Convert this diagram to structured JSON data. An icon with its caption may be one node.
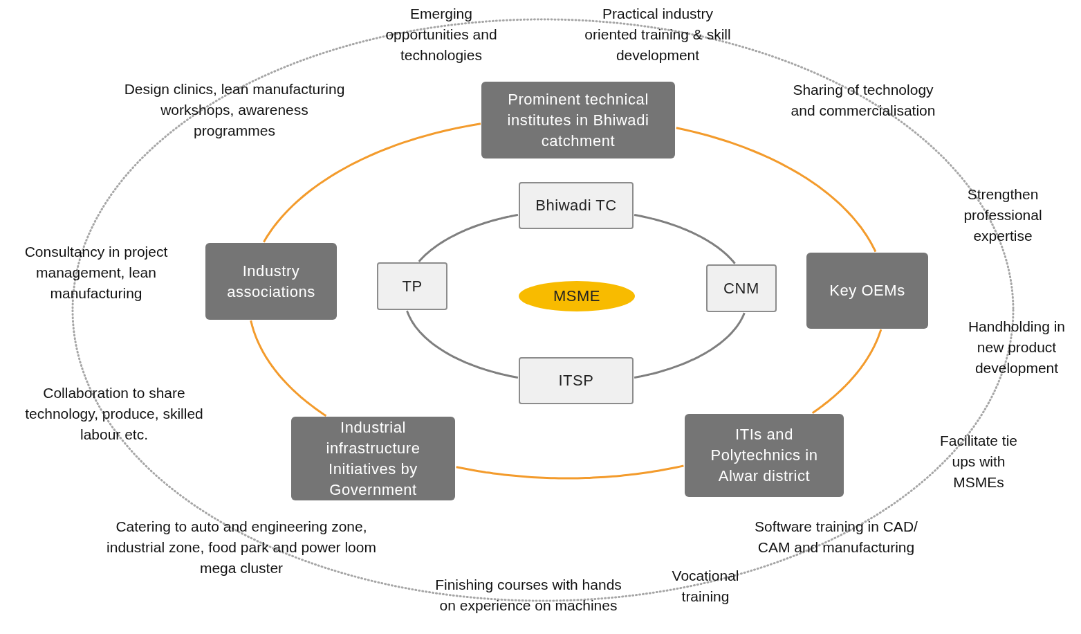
{
  "diagram": {
    "nodes": [
      {
        "text": [
          "Prominent technical institutes in Bhiwadi catchment"
        ]
      },
      {
        "text": [
          "Bhiwadi TC"
        ]
      },
      {
        "text": [
          "Industry associations"
        ]
      },
      {
        "text": [
          "TP"
        ]
      },
      {
        "text": [
          "MSME"
        ]
      },
      {
        "text": [
          "CNM"
        ]
      },
      {
        "text": [
          "Key OEMs"
        ]
      },
      {
        "text": [
          "ITSP"
        ]
      },
      {
        "text": [
          "Industrial infrastructure Initiatives by Government"
        ]
      },
      {
        "text": [
          "ITIs and Polytechnics in Alwar district"
        ]
      }
    ],
    "edges": [
      {
        "from": 0,
        "to": 6,
        "arrow": "none"
      },
      {
        "from": 6,
        "to": 9,
        "arrow": "none"
      },
      {
        "from": 9,
        "to": 8,
        "arrow": "none"
      },
      {
        "from": 8,
        "to": 2,
        "arrow": "none"
      },
      {
        "from": 2,
        "to": 0,
        "arrow": "none"
      },
      {
        "from": 1,
        "to": 5,
        "arrow": "none",
        "color": "#7f7f7f"
      },
      {
        "from": 5,
        "to": 7,
        "arrow": "none",
        "color": "#7f7f7f"
      },
      {
        "from": 7,
        "to": 3,
        "arrow": "none",
        "color": "#7f7f7f"
      },
      {
        "from": 3,
        "to": 1,
        "arrow": "none",
        "color": "#7f7f7f"
      }
    ],
    "labels": [
      "Emerging opportunities and technologies",
      "Practical industry oriented training & skill development",
      "Design clinics, lean manufacturing workshops, awareness programmes",
      "Sharing of technology and commercialisation",
      "Strengthen professional expertise",
      "Consultancy in project management, lean manufacturing",
      "Handholding in new product development",
      "Collaboration to share technology, produce, skilled labour etc.",
      "Facilitate tie ups with MSMEs",
      "Catering to auto and engineering zone, industrial zone, food park and power loom mega cluster",
      "Software training in CAD/ CAM and manufacturing",
      "Vocational training",
      "Finishing courses with hands on experience on machines"
    ]
  }
}
